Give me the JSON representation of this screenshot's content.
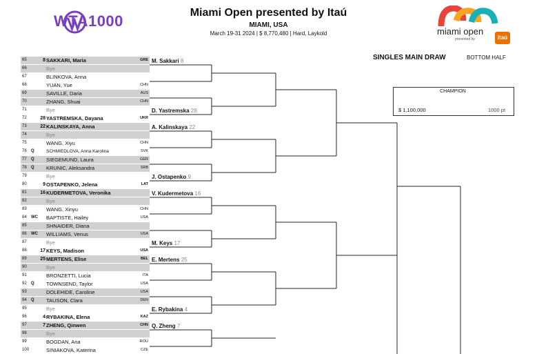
{
  "header": {
    "brand": "WTA1000",
    "title": "Miami Open presented by Itaú",
    "location": "MIAMI, USA",
    "info": "March 19-31 2024  |  $ 8,770,480  |  Hard, Laykold",
    "sponsor_name": "miami open",
    "sponsor_sub": "presented by",
    "sponsor_badge": "itaú"
  },
  "draw": {
    "title": "SINGLES MAIN DRAW",
    "half": "BOTTOM HALF"
  },
  "champion": {
    "label": "CHAMPION",
    "prize": "$ 1,100,000",
    "points": "1000 pt"
  },
  "players": [
    {
      "num": "65",
      "seed": "8",
      "qual": "",
      "name": "SAKKARI, Maria",
      "nat": "GRE",
      "shade": true,
      "bold": true,
      "bye": false
    },
    {
      "num": "66",
      "seed": "",
      "qual": "",
      "name": "Bye",
      "nat": "",
      "shade": true,
      "bold": false,
      "bye": true
    },
    {
      "num": "67",
      "seed": "",
      "qual": "",
      "name": "BLINKOVA, Anna",
      "nat": "",
      "shade": false,
      "bold": false,
      "bye": false
    },
    {
      "num": "68",
      "seed": "",
      "qual": "",
      "name": "YUAN, Yue",
      "nat": "CHN",
      "shade": false,
      "bold": false,
      "bye": false
    },
    {
      "num": "69",
      "seed": "",
      "qual": "",
      "name": "SAVILLE, Daria",
      "nat": "AUS",
      "shade": true,
      "bold": false,
      "bye": false
    },
    {
      "num": "70",
      "seed": "",
      "qual": "",
      "name": "ZHANG, Shuai",
      "nat": "CHN",
      "shade": true,
      "bold": false,
      "bye": false
    },
    {
      "num": "71",
      "seed": "",
      "qual": "",
      "name": "Bye",
      "nat": "",
      "shade": false,
      "bold": false,
      "bye": true
    },
    {
      "num": "72",
      "seed": "28",
      "qual": "",
      "name": "YASTREMSKA, Dayana",
      "nat": "UKR",
      "shade": false,
      "bold": true,
      "bye": false
    },
    {
      "num": "73",
      "seed": "22",
      "qual": "",
      "name": "KALINSKAYA, Anna",
      "nat": "",
      "shade": true,
      "bold": true,
      "bye": false
    },
    {
      "num": "74",
      "seed": "",
      "qual": "",
      "name": "Bye",
      "nat": "",
      "shade": true,
      "bold": false,
      "bye": true
    },
    {
      "num": "75",
      "seed": "",
      "qual": "",
      "name": "WANG, Xiyu",
      "nat": "CHN",
      "shade": false,
      "bold": false,
      "bye": false
    },
    {
      "num": "76",
      "seed": "",
      "qual": "Q",
      "name": "SCHMIEDLOVA, Anna Karolina",
      "nat": "SVK",
      "shade": false,
      "bold": false,
      "bye": false,
      "small": true
    },
    {
      "num": "77",
      "seed": "",
      "qual": "Q",
      "name": "SIEGEMUND, Laura",
      "nat": "GER",
      "shade": true,
      "bold": false,
      "bye": false
    },
    {
      "num": "78",
      "seed": "",
      "qual": "Q",
      "name": "KRUNIC, Aleksandra",
      "nat": "SRB",
      "shade": true,
      "bold": false,
      "bye": false
    },
    {
      "num": "79",
      "seed": "",
      "qual": "",
      "name": "Bye",
      "nat": "",
      "shade": false,
      "bold": false,
      "bye": true
    },
    {
      "num": "80",
      "seed": "9",
      "qual": "",
      "name": "OSTAPENKO, Jelena",
      "nat": "LAT",
      "shade": false,
      "bold": true,
      "bye": false
    },
    {
      "num": "81",
      "seed": "16",
      "qual": "",
      "name": "KUDERMETOVA, Veronika",
      "nat": "",
      "shade": true,
      "bold": true,
      "bye": false
    },
    {
      "num": "82",
      "seed": "",
      "qual": "",
      "name": "Bye",
      "nat": "",
      "shade": true,
      "bold": false,
      "bye": true
    },
    {
      "num": "83",
      "seed": "",
      "qual": "",
      "name": "WANG, Xinyu",
      "nat": "CHN",
      "shade": false,
      "bold": false,
      "bye": false
    },
    {
      "num": "84",
      "seed": "",
      "qual": "WC",
      "name": "BAPTISTE, Hailey",
      "nat": "USA",
      "shade": false,
      "bold": false,
      "bye": false
    },
    {
      "num": "85",
      "seed": "",
      "qual": "",
      "name": "SHNAIDER, Diana",
      "nat": "",
      "shade": true,
      "bold": false,
      "bye": false
    },
    {
      "num": "86",
      "seed": "",
      "qual": "WC",
      "name": "WILLIAMS, Venus",
      "nat": "USA",
      "shade": true,
      "bold": false,
      "bye": false
    },
    {
      "num": "87",
      "seed": "",
      "qual": "",
      "name": "Bye",
      "nat": "",
      "shade": false,
      "bold": false,
      "bye": true
    },
    {
      "num": "88",
      "seed": "17",
      "qual": "",
      "name": "KEYS, Madison",
      "nat": "USA",
      "shade": false,
      "bold": true,
      "bye": false
    },
    {
      "num": "89",
      "seed": "25",
      "qual": "",
      "name": "MERTENS, Elise",
      "nat": "BEL",
      "shade": true,
      "bold": true,
      "bye": false
    },
    {
      "num": "90",
      "seed": "",
      "qual": "",
      "name": "Bye",
      "nat": "",
      "shade": true,
      "bold": false,
      "bye": true
    },
    {
      "num": "91",
      "seed": "",
      "qual": "",
      "name": "BRONZETTI, Lucia",
      "nat": "ITA",
      "shade": false,
      "bold": false,
      "bye": false
    },
    {
      "num": "92",
      "seed": "",
      "qual": "Q",
      "name": "TOWNSEND, Taylor",
      "nat": "USA",
      "shade": false,
      "bold": false,
      "bye": false
    },
    {
      "num": "93",
      "seed": "",
      "qual": "",
      "name": "DOLEHIDE, Caroline",
      "nat": "USA",
      "shade": true,
      "bold": false,
      "bye": false
    },
    {
      "num": "94",
      "seed": "",
      "qual": "Q",
      "name": "TAUSON, Clara",
      "nat": "DEN",
      "shade": true,
      "bold": false,
      "bye": false
    },
    {
      "num": "95",
      "seed": "",
      "qual": "",
      "name": "Bye",
      "nat": "",
      "shade": false,
      "bold": false,
      "bye": true
    },
    {
      "num": "96",
      "seed": "4",
      "qual": "",
      "name": "RYBAKINA, Elena",
      "nat": "KAZ",
      "shade": false,
      "bold": true,
      "bye": false
    },
    {
      "num": "97",
      "seed": "7",
      "qual": "",
      "name": "ZHENG, Qinwen",
      "nat": "CHN",
      "shade": true,
      "bold": true,
      "bye": false
    },
    {
      "num": "98",
      "seed": "",
      "qual": "",
      "name": "Bye",
      "nat": "",
      "shade": true,
      "bold": false,
      "bye": true
    },
    {
      "num": "99",
      "seed": "",
      "qual": "",
      "name": "BOGDAN, Ana",
      "nat": "ROU",
      "shade": false,
      "bold": false,
      "bye": false
    },
    {
      "num": "100",
      "seed": "",
      "qual": "",
      "name": "SINIAKOVA, Katerina",
      "nat": "CZE",
      "shade": false,
      "bold": false,
      "bye": false
    }
  ],
  "round2": [
    {
      "slot": 0,
      "name": "M. Sakkari",
      "seed": "8"
    },
    {
      "slot": 3,
      "name": "D. Yastremska",
      "seed": "28"
    },
    {
      "slot": 4,
      "name": "A. Kalinskaya",
      "seed": "22"
    },
    {
      "slot": 7,
      "name": "J. Ostapenko",
      "seed": "9"
    },
    {
      "slot": 8,
      "name": "V. Kudermetova",
      "seed": "16"
    },
    {
      "slot": 11,
      "name": "M. Keys",
      "seed": "17"
    },
    {
      "slot": 12,
      "name": "E. Mertens",
      "seed": "25"
    },
    {
      "slot": 15,
      "name": "E. Rybakina",
      "seed": "4"
    },
    {
      "slot": 16,
      "name": "Q. Zheng",
      "seed": "7"
    }
  ]
}
